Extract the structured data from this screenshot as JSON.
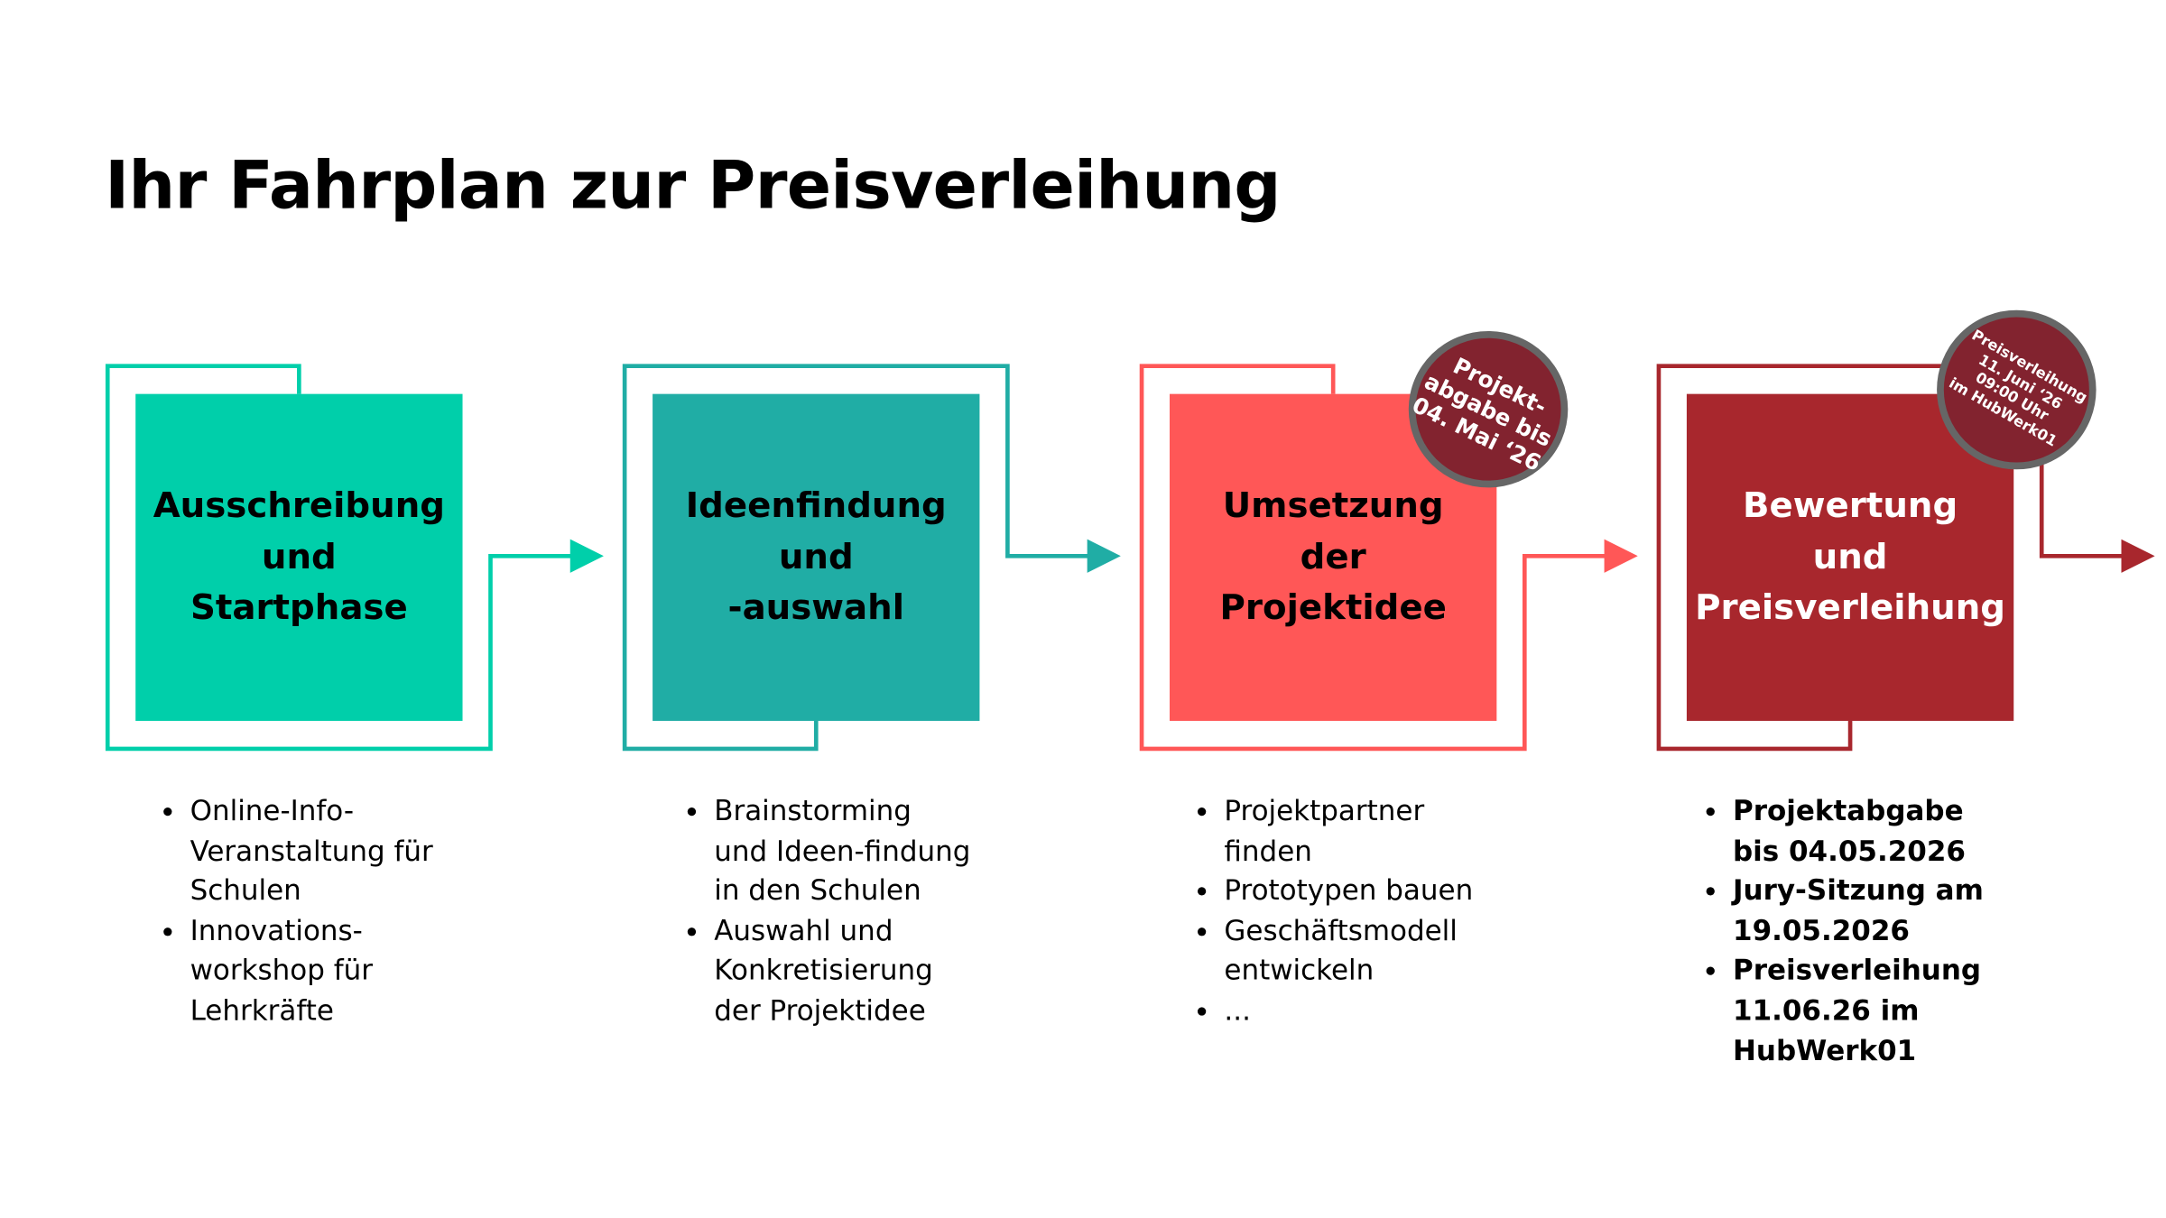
{
  "title": "Ihr Fahrplan zur Preisverleihung",
  "colors": {
    "step1": "#00cfaa",
    "step2": "#20ada5",
    "step3": "#ff5757",
    "step4": "#a8272d",
    "badge": "#82232f",
    "badge_border": "#666666"
  },
  "steps": [
    {
      "lines": [
        "Ausschreibung",
        "und",
        "Startphase"
      ],
      "bullets": [
        "Online-Info-Veranstaltung für Schulen",
        "Innovations-workshop für Lehrkräfte"
      ]
    },
    {
      "lines": [
        "Ideenfindung",
        "und",
        "-auswahl"
      ],
      "bullets": [
        "Brainstorming und Ideen-findung in den Schulen",
        "Auswahl und Konkretisierung der Projektidee"
      ]
    },
    {
      "lines": [
        "Umsetzung",
        "der",
        "Projektidee"
      ],
      "bullets": [
        "Projektpartner finden",
        "Prototypen bauen",
        "Geschäftsmodell entwickeln",
        "..."
      ],
      "badge": [
        "Projekt-",
        "abgabe bis",
        "04. Mai ‘26"
      ]
    },
    {
      "lines": [
        "Bewertung",
        "und",
        "Preisverleihung"
      ],
      "bullets": [
        "Projektabgabe bis 04.05.2026",
        "Jury-Sitzung am 19.05.2026",
        "Preisverleihung 11.06.26 im HubWerk01"
      ],
      "badge": [
        "Preisverleihung",
        "11. Juni ‘26",
        "09:00 Uhr",
        "im HubWerk01"
      ]
    }
  ]
}
